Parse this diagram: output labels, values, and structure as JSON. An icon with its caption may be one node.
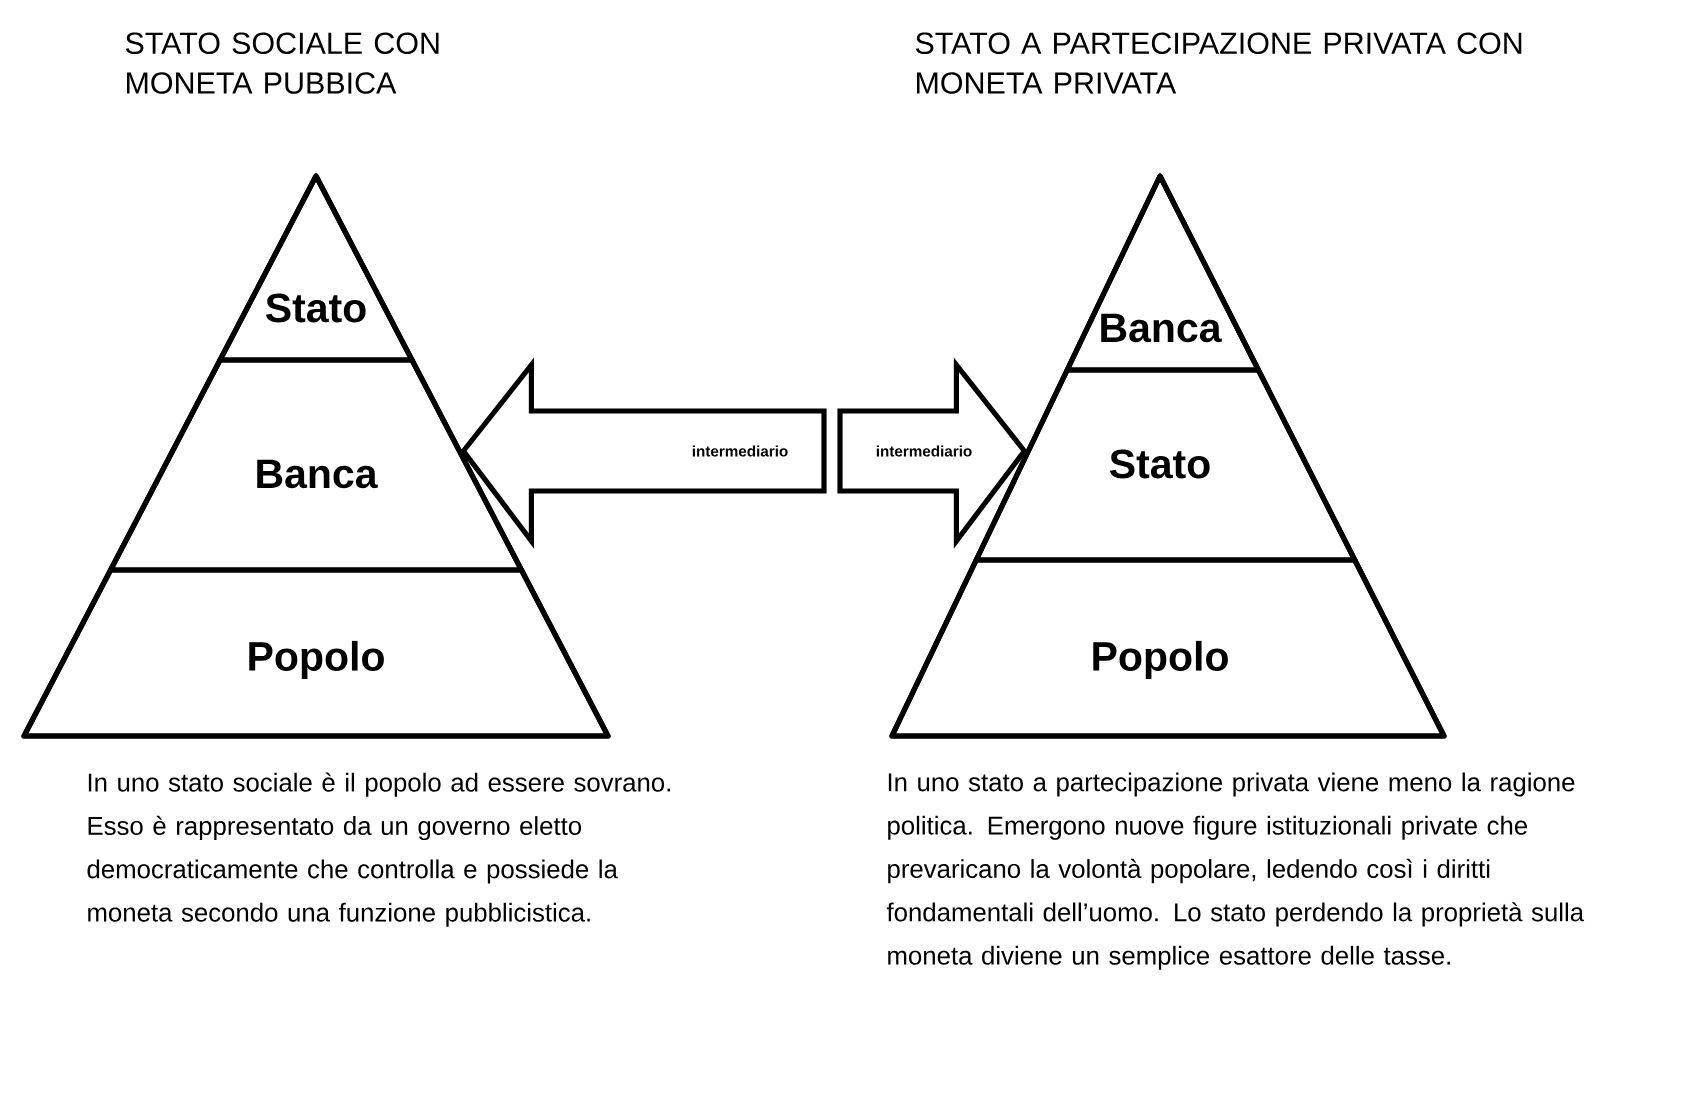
{
  "diagram": {
    "nodes": [
      {
        "text": [
          "STATO SOCIALE CON MONETA PUBBICA"
        ],
        "beside": [
          "In uno stato sociale è il popolo ad essere sovrano. Esso è rappresentato da un governo eletto democraticamente che controlla e possiede la moneta secondo una funzione pubblicistica."
        ]
      },
      {
        "text": [
          "Stato"
        ],
        "in": 0
      },
      {
        "text": [
          "Banca"
        ],
        "in": 0
      },
      {
        "text": [
          "Popolo"
        ],
        "in": 0
      },
      {
        "text": [
          "STATO A PARTECIPAZIONE PRIVATA CON MONETA PRIVATA"
        ],
        "beside": [
          "In uno stato a partecipazione privata viene meno la ragione politica. Emergono nuove figure istituzionali private che prevaricano la volontà popolare, ledendo così i diritti fondamentali dell’uomo. Lo stato perdendo la proprietà sulla moneta diviene un semplice esattore delle tasse."
        ]
      },
      {
        "text": [
          "Banca"
        ],
        "in": 4
      },
      {
        "text": [
          "Stato"
        ],
        "in": 4
      },
      {
        "text": [
          "Popolo"
        ],
        "in": 4
      }
    ],
    "edges": [
      {
        "from": null,
        "to": 2,
        "arrow": "to",
        "label": "intermediario"
      },
      {
        "from": null,
        "to": 6,
        "arrow": "to",
        "label": "intermediario"
      }
    ]
  }
}
